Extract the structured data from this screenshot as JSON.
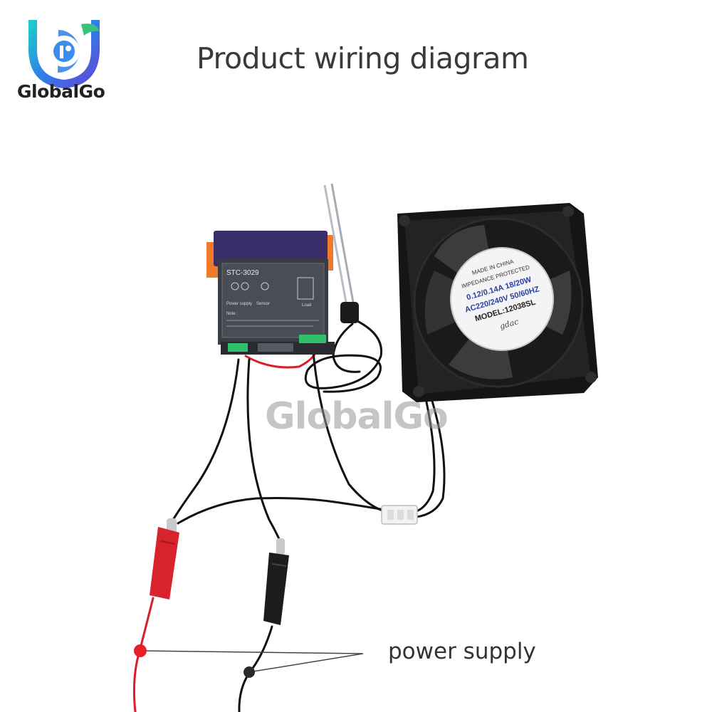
{
  "brand": {
    "name": "GlobalGo",
    "watermark": "GlobalGo",
    "colors": {
      "teal": "#1fb5c9",
      "blue": "#2f6fe0",
      "purple": "#6a3fd6",
      "green": "#38c27a"
    }
  },
  "title": "Product wiring diagram",
  "controller": {
    "model": "STC-3029",
    "power_supply_label": "Power supply",
    "sensor_label": "Sensor",
    "load_label": "Load",
    "note_label": "Note :"
  },
  "fan": {
    "brand": "gdac",
    "model": "MODEL:12038SL",
    "rating": "AC220/240V 50/60HZ",
    "current": "0.12/0.14A 18/20W",
    "protection": "IMPEDANCE PROTECTED",
    "origin": "MADE IN CHINA"
  },
  "callout": {
    "label": "power supply"
  },
  "icons": [
    "globalgo-logo-icon",
    "controller-icon",
    "fan-icon",
    "sensor-probe-icon",
    "alligator-clip-icon",
    "connector-icon"
  ]
}
